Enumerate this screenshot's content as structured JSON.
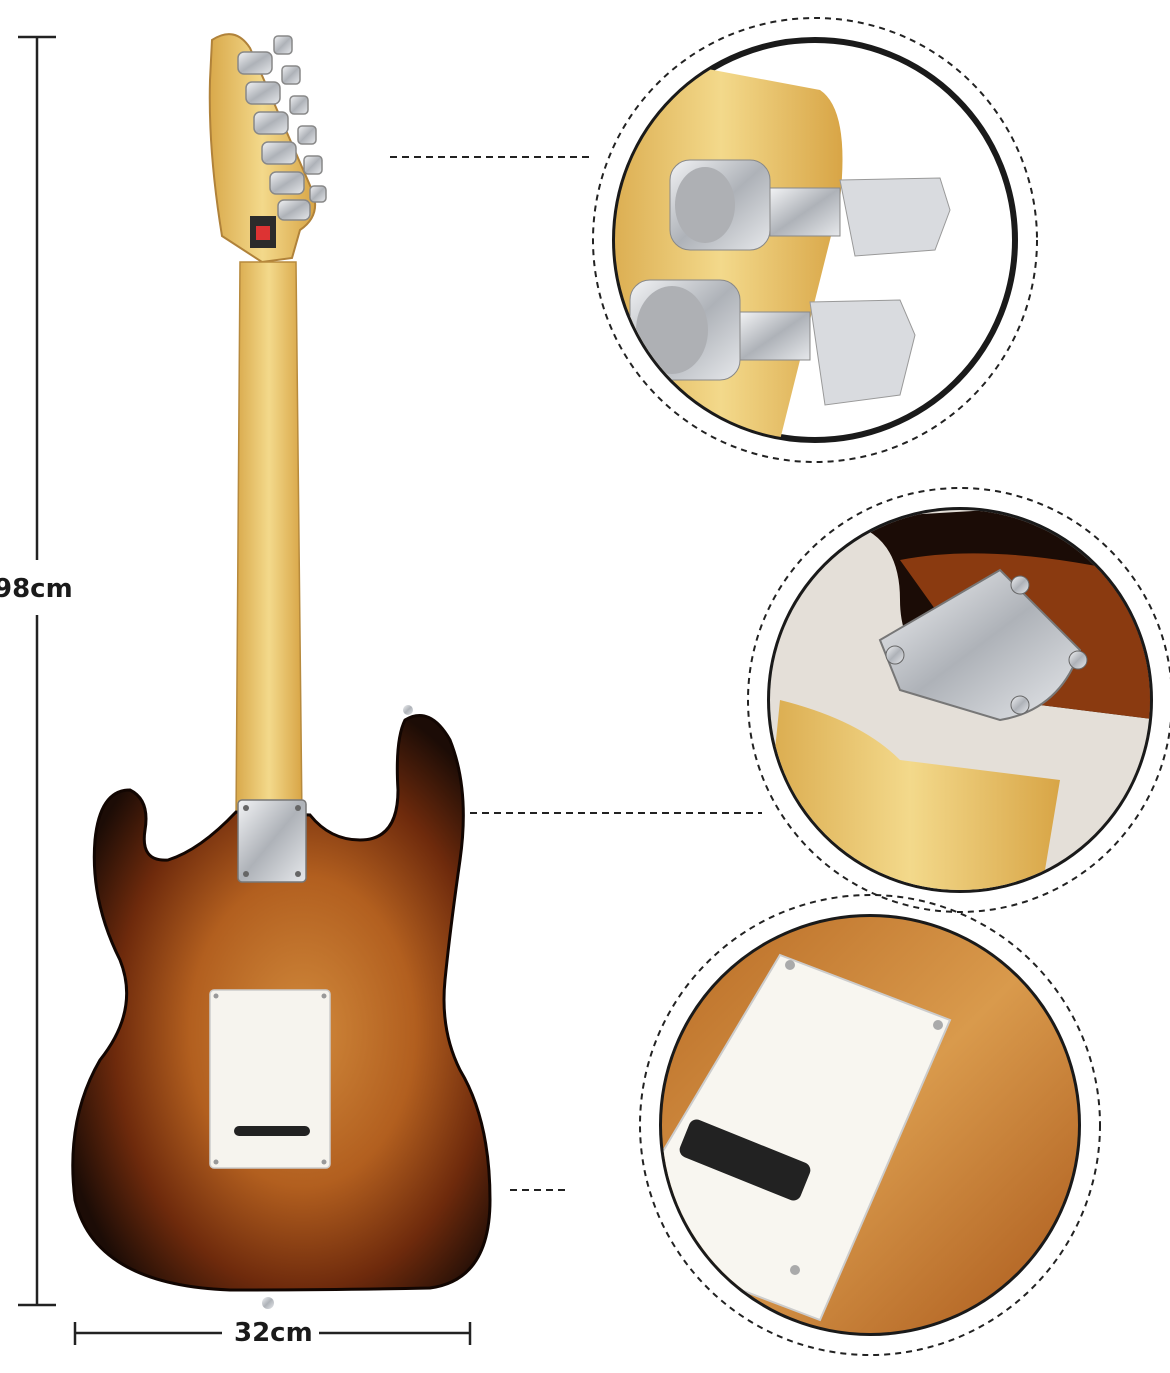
{
  "dimensions": {
    "height_label": "98cm",
    "width_label": "32cm"
  },
  "colors": {
    "sunburst_dark": "#1c0c06",
    "sunburst_mid": "#8a3a10",
    "sunburst_center": "#c7782d",
    "maple": "#f0cf7a",
    "chrome": "#c9ccd1",
    "backplate": "#f6f4ee"
  },
  "callouts": [
    {
      "name": "tuning-pegs-detail"
    },
    {
      "name": "neck-plate-detail"
    },
    {
      "name": "tremolo-cover-detail"
    }
  ]
}
